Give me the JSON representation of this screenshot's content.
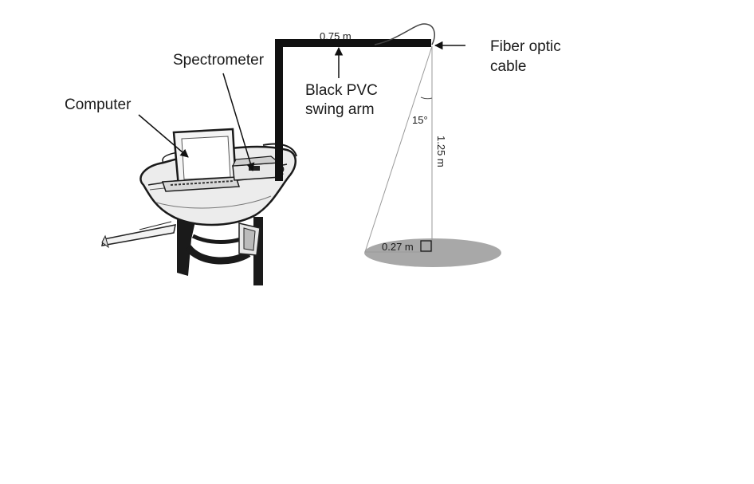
{
  "labels": {
    "computer": "Computer",
    "spectrometer": "Spectrometer",
    "arm_length": "0.75 m",
    "swing_arm_line1": "Black PVC",
    "swing_arm_line2": "swing arm",
    "fiber_line1": "Fiber optic",
    "fiber_line2": "cable",
    "angle": "15°",
    "height": "1.25 m",
    "footprint": "0.27 m"
  },
  "colors": {
    "arm": "#111111",
    "footprint": "#a8a8a8",
    "cone_line": "#9a9a9a",
    "text": "#1a1a1a"
  }
}
